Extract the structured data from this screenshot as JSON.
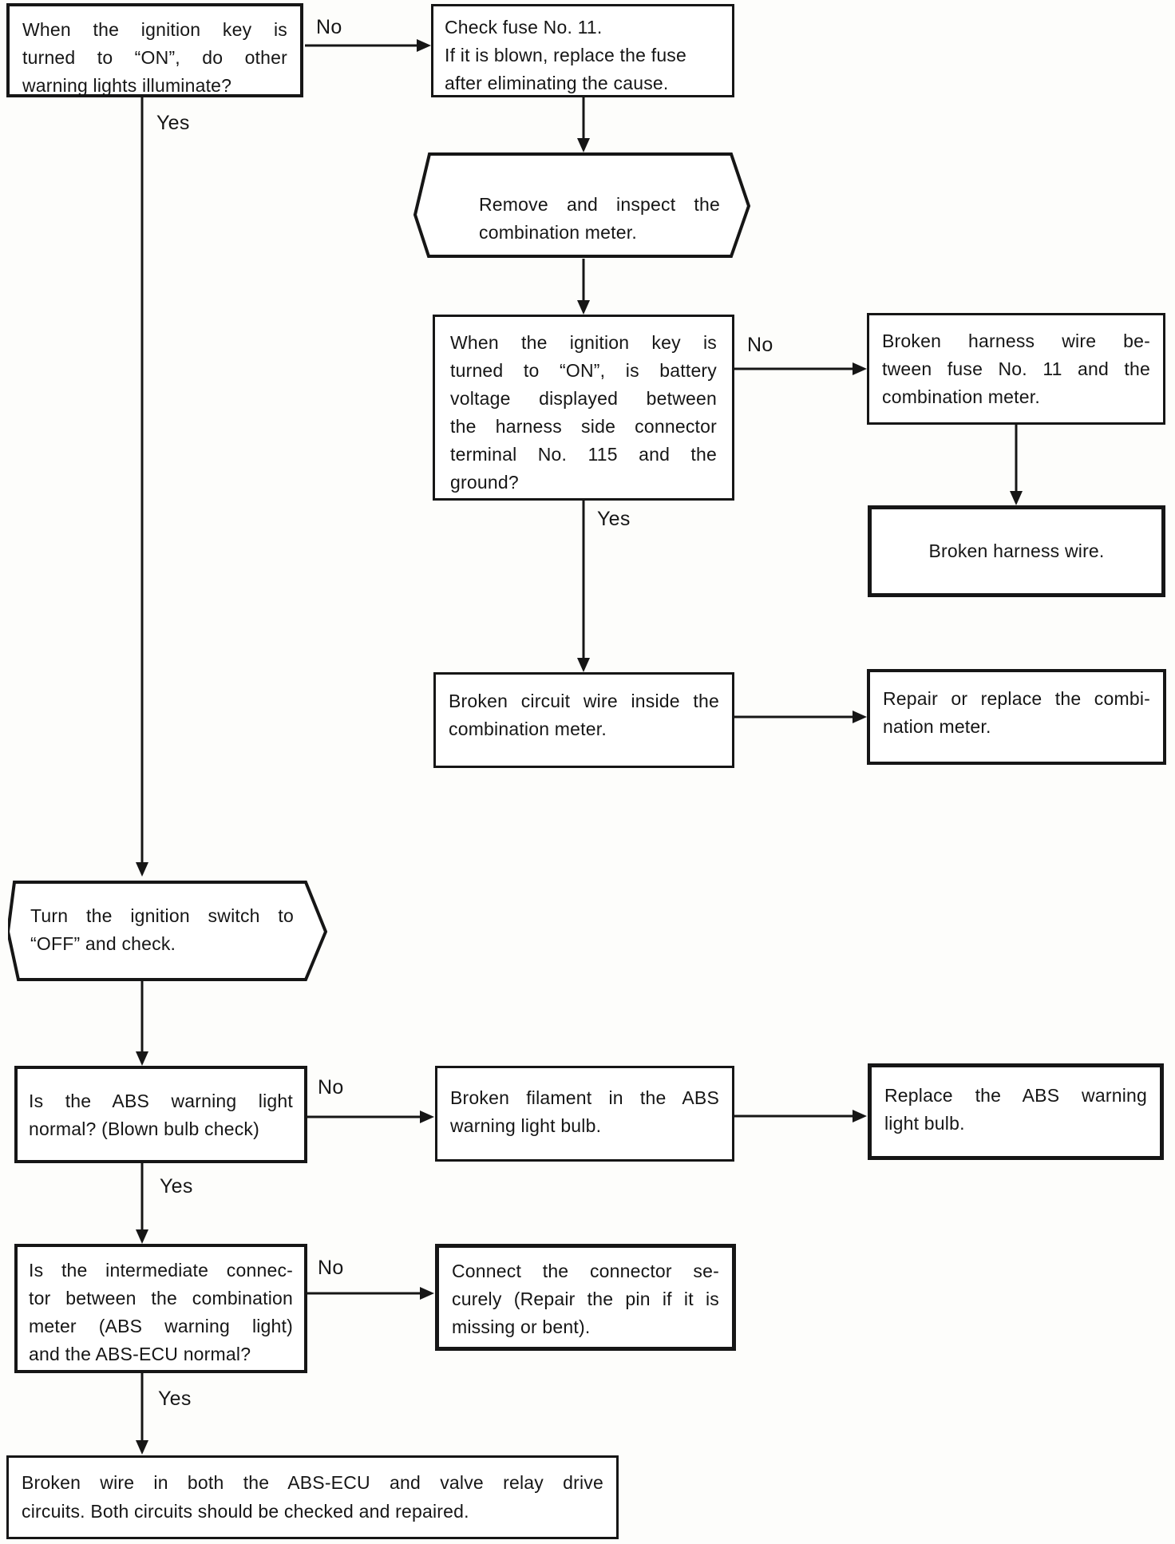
{
  "labels": {
    "yes": "Yes",
    "no": "No"
  },
  "nodes": {
    "q_warning_lights": {
      "lines": [
        "When the ignition key is",
        "turned to “ON”, do other",
        "warning lights illuminate?"
      ]
    },
    "check_fuse": {
      "lines": [
        "Check fuse No. 11.",
        "If it is blown, replace the fuse",
        "after eliminating the cause."
      ]
    },
    "remove_inspect_meter": {
      "lines": [
        "Remove and inspect the",
        "combination meter."
      ]
    },
    "q_battery_voltage": {
      "lines": [
        "When the ignition key is",
        "turned to “ON”, is battery",
        "voltage displayed between",
        "the harness side connector",
        "terminal No. 115 and the",
        "ground?"
      ]
    },
    "broken_harness_between": {
      "lines": [
        "Broken harness wire be-",
        "tween fuse No. 11 and the",
        "combination meter."
      ]
    },
    "broken_harness": {
      "lines": [
        "Broken harness wire."
      ]
    },
    "broken_circuit_inside": {
      "lines": [
        "Broken circuit wire inside the",
        "combination meter."
      ]
    },
    "repair_replace_meter": {
      "lines": [
        "Repair or replace the combi-",
        "nation meter."
      ]
    },
    "turn_off_check": {
      "lines": [
        "Turn the ignition switch to",
        "“OFF” and check."
      ]
    },
    "q_abs_light_normal": {
      "lines": [
        "Is the ABS warning light",
        "normal? (Blown bulb check)"
      ]
    },
    "broken_filament": {
      "lines": [
        "Broken filament in the ABS",
        "warning light bulb."
      ]
    },
    "replace_bulb": {
      "lines": [
        "Replace the ABS warning",
        "light bulb."
      ]
    },
    "q_intermediate_connector": {
      "lines": [
        "Is the intermediate connec-",
        "tor between the combination",
        "meter (ABS warning light)",
        "and the ABS-ECU normal?"
      ]
    },
    "connect_connector": {
      "lines": [
        "Connect the connector se-",
        "curely (Repair the pin if it is",
        "missing or bent)."
      ]
    },
    "broken_wire_both": {
      "lines": [
        "Broken wire in both the ABS-ECU and valve relay drive",
        "circuits. Both circuits should be checked and repaired."
      ]
    }
  }
}
